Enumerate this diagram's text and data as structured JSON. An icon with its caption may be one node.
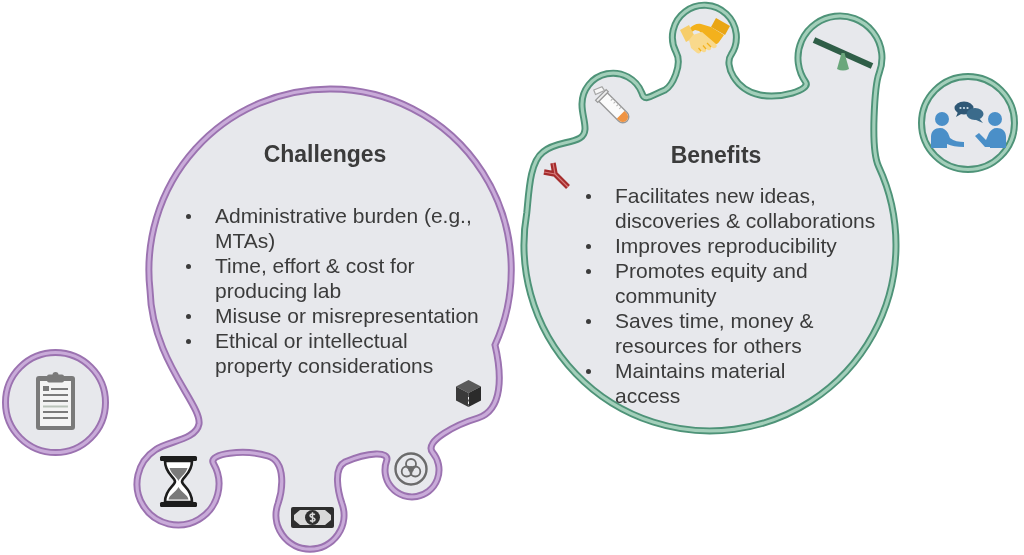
{
  "diagram": {
    "nodes": [
      {
        "text": [
          "Challenges",
          "Administrative burden (e.g., MTAs)",
          "Time, effort & cost for producing lab",
          "Misuse or misrepresentation",
          "Ethical or intellectual property considerations"
        ]
      },
      {
        "text": [
          "Benefits",
          "Facilitates new ideas, discoveries & collaborations",
          "Improves reproducibility",
          "Promotes equity and community",
          "Saves time, money & resources for others",
          "Maintains material access"
        ]
      },
      {
        "text": [],
        "shape": "circle"
      },
      {
        "text": [],
        "shape": "circle"
      }
    ]
  }
}
